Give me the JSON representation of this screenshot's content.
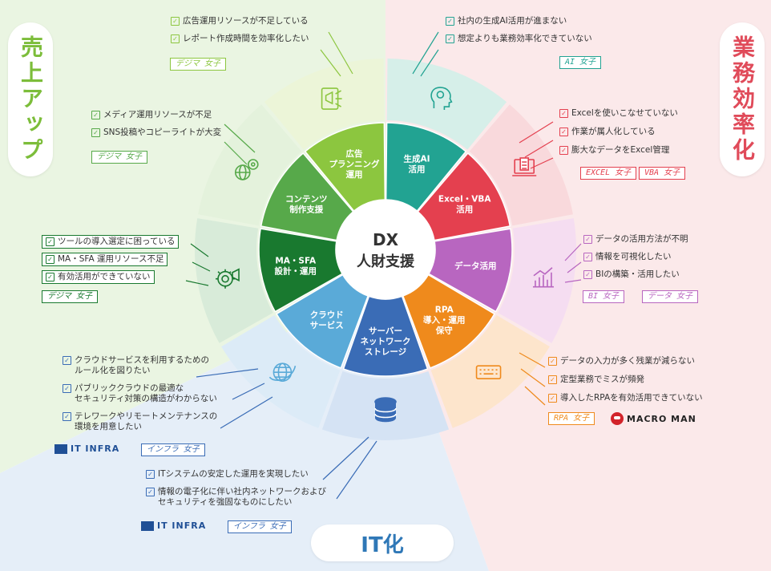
{
  "center": {
    "line1": "DX",
    "line2": "人財支援"
  },
  "categories": {
    "sales": "売上アップ",
    "business": "業務効率化",
    "it": "IT化"
  },
  "segments": [
    {
      "id": "genai",
      "label": [
        "生成AI",
        "活用"
      ],
      "color": "#22a392",
      "outer": "#d6efe9",
      "icon": "brain-head-icon"
    },
    {
      "id": "excel",
      "label": [
        "Excel・VBA",
        "活用"
      ],
      "color": "#e4404f",
      "outer": "#f9d9dc",
      "icon": "laptop-document-icon"
    },
    {
      "id": "data",
      "label": [
        "データ活用"
      ],
      "color": "#b866c0",
      "outer": "#f5ddf1",
      "icon": "bar-chart-icon"
    },
    {
      "id": "rpa",
      "label": [
        "RPA",
        "導入・運用",
        "保守"
      ],
      "color": "#ef8a1c",
      "outer": "#fde5cc",
      "icon": "keyboard-icon"
    },
    {
      "id": "server",
      "label": [
        "サーバー",
        "ネットワーク",
        "ストレージ"
      ],
      "color": "#3a6cb6",
      "outer": "#d5e3f4",
      "icon": "database-icon"
    },
    {
      "id": "cloud",
      "label": [
        "クラウド",
        "サービス"
      ],
      "color": "#5aaad8",
      "outer": "#dcebf7",
      "icon": "globe-icon"
    },
    {
      "id": "ma",
      "label": [
        "MA・SFA",
        "設計・運用"
      ],
      "color": "#19792f",
      "outer": "#d8ebd9",
      "icon": "gear-megaphone-icon"
    },
    {
      "id": "contents",
      "label": [
        "コンテンツ",
        "制作支援"
      ],
      "color": "#57a94a",
      "outer": "#e4f2dc",
      "icon": "globe-gear-icon"
    },
    {
      "id": "ad",
      "label": [
        "広告",
        "プランニング",
        "運用"
      ],
      "color": "#8cc63f",
      "outer": "#ecf5d8",
      "icon": "megaphone-screen-icon"
    }
  ],
  "callouts": {
    "ad": [
      "広告運用リソースが不足している",
      "レポート作成時間を効率化したい"
    ],
    "genai": [
      "社内の生成AI活用が進まない",
      "想定よりも業務効率化できていない"
    ],
    "contents": [
      "メディア運用リソースが不足",
      "SNS投稿やコピーライトが大変"
    ],
    "excel": [
      "Excelを使いこなせていない",
      "作業が属人化している",
      "膨大なデータをExcel管理"
    ],
    "ma": [
      "ツールの導入選定に困っている",
      "MA・SFA 運用リソース不足",
      "有効活用ができていない"
    ],
    "data": [
      "データの活用方法が不明",
      "情報を可視化したい",
      "BIの構築・活用したい"
    ],
    "cloud": [
      "クラウドサービスを利用するための\nルール化を図りたい",
      "パブリッククラウドの最適な\nセキュリティ対策の構造がわからない",
      "テレワークやリモートメンテナンスの\n環境を用意したい"
    ],
    "rpa": [
      "データの入力が多く残業が減らない",
      "定型業務でミスが頻発",
      "導入したRPAを有効活用できていない"
    ],
    "server": [
      "ITシステムの安定した運用を実現したい",
      "情報の電子化に伴い社内ネットワークおよび\nセキュリティを強固なものにしたい"
    ]
  },
  "badges": {
    "ad": "デジマ 女子",
    "contents": "デジマ 女子",
    "ma": "デジマ 女子",
    "genai": "AI 女子",
    "excel": [
      "EXCEL 女子",
      "VBA 女子"
    ],
    "data": [
      "BI 女子",
      "データ 女子"
    ],
    "rpa": "RPA 女子",
    "cloud": "インフラ 女子",
    "server": "インフラ 女子"
  },
  "logos": {
    "itinfra": "IT INFRA",
    "macroman": "MACRO MAN"
  },
  "colors": {
    "sales": "#7cbd3a",
    "business": "#e04b5a",
    "it": "#2f78b7",
    "bg_sales": "#eaf5e2",
    "bg_business": "#fbe9ea",
    "bg_it": "#e5eef8"
  }
}
